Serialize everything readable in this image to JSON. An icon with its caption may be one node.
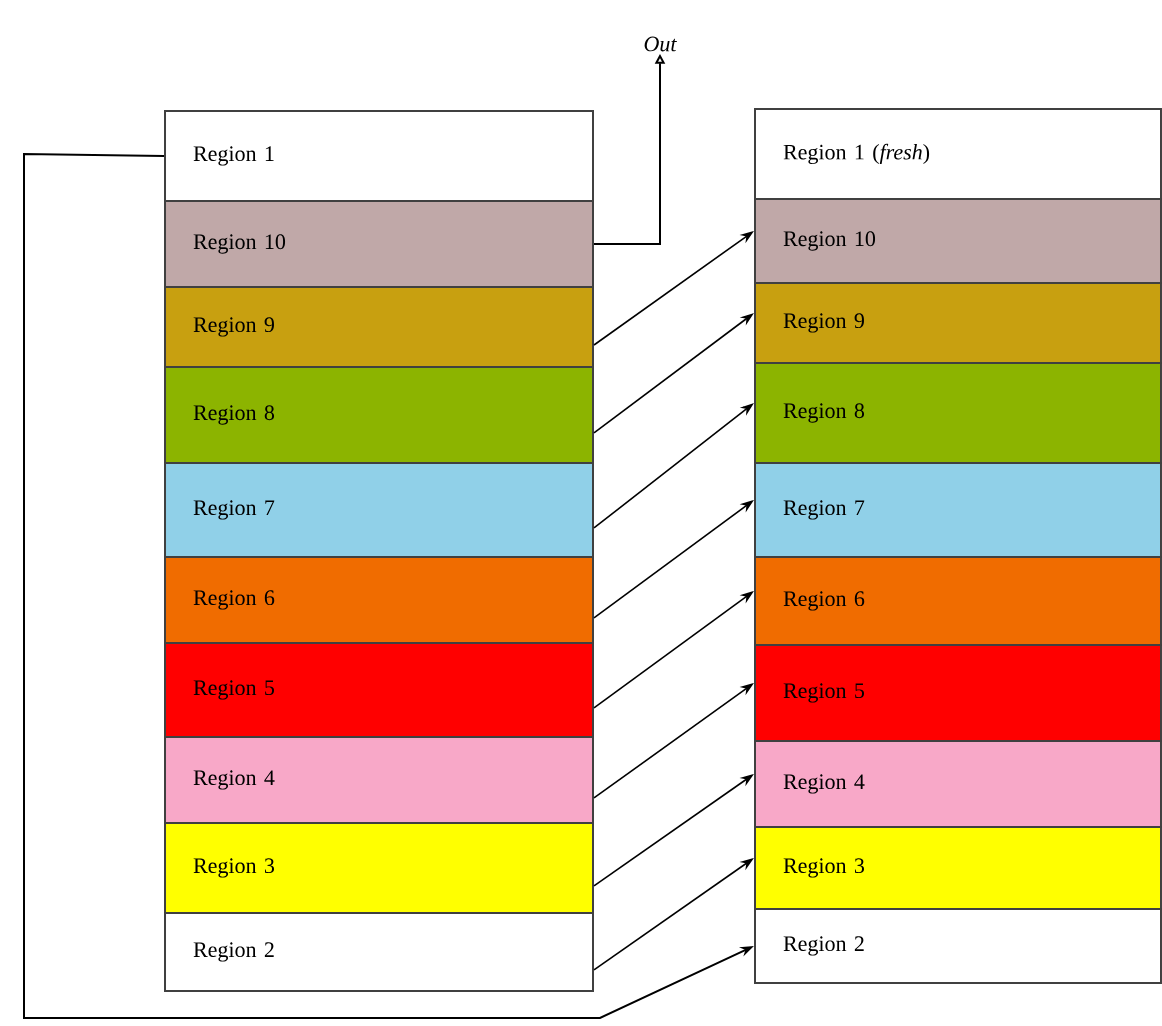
{
  "diagram": {
    "nodes": [
      {
        "text": [
          "Region 1"
        ]
      },
      {
        "text": [
          "Region 10"
        ]
      },
      {
        "text": [
          "Region 9"
        ]
      },
      {
        "text": [
          "Region 8"
        ]
      },
      {
        "text": [
          "Region 7"
        ]
      },
      {
        "text": [
          "Region 6"
        ]
      },
      {
        "text": [
          "Region 5"
        ]
      },
      {
        "text": [
          "Region 4"
        ]
      },
      {
        "text": [
          "Region 3"
        ]
      },
      {
        "text": [
          "Region 2"
        ]
      },
      {
        "text": [
          "Region 1 (*fresh*)"
        ]
      },
      {
        "text": [
          "Region 10"
        ]
      },
      {
        "text": [
          "Region 9"
        ]
      },
      {
        "text": [
          "Region 8"
        ]
      },
      {
        "text": [
          "Region 7"
        ]
      },
      {
        "text": [
          "Region 6"
        ]
      },
      {
        "text": [
          "Region 5"
        ]
      },
      {
        "text": [
          "Region 4"
        ]
      },
      {
        "text": [
          "Region 3"
        ]
      },
      {
        "text": [
          "Region 2"
        ]
      },
      {
        "text": [
          "Out"
        ]
      }
    ],
    "edges": [
      {
        "from": 1,
        "to": 20,
        "arrow": "to"
      },
      {
        "from": 0,
        "to": 19,
        "arrow": "to"
      },
      {
        "from": 2,
        "to": 11,
        "arrow": "to"
      },
      {
        "from": 3,
        "to": 12,
        "arrow": "to"
      },
      {
        "from": 4,
        "to": 13,
        "arrow": "to"
      },
      {
        "from": 5,
        "to": 14,
        "arrow": "to"
      },
      {
        "from": 6,
        "to": 15,
        "arrow": "to"
      },
      {
        "from": 7,
        "to": 16,
        "arrow": "to"
      },
      {
        "from": 8,
        "to": 17,
        "arrow": "to"
      },
      {
        "from": 9,
        "to": 18,
        "arrow": "to"
      }
    ]
  }
}
